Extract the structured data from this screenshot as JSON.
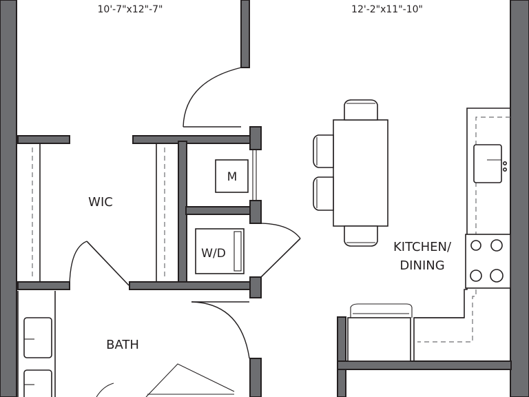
{
  "rooms": {
    "bedroom_dims": "10'-7\"x12\"-7\"",
    "living_dims": "12'-2\"x11\"-10\"",
    "wic": "WIC",
    "bath": "BATH",
    "kitchen_line1": "KITCHEN/",
    "kitchen_line2": "DINING",
    "washer_dryer": "W/D",
    "mechanical": "M"
  },
  "colors": {
    "wall_fill": "#6d6e71",
    "line": "#231f20",
    "background": "#ffffff"
  }
}
